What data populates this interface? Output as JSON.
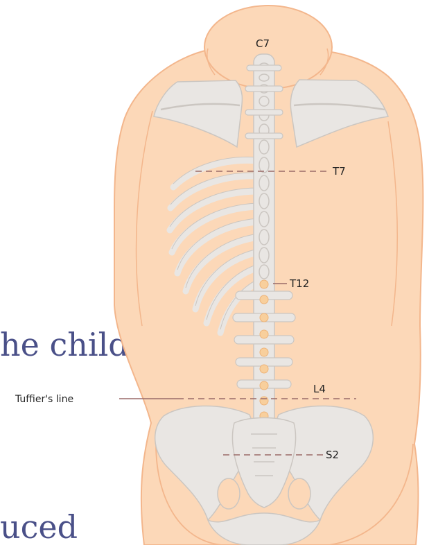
{
  "slide": {
    "line1": "he child",
    "line2": "uced"
  },
  "diagram": {
    "labels": {
      "c7": "C7",
      "t7": "T7",
      "t12": "T12",
      "l4": "L4",
      "s2": "S2",
      "tuffier": "Tuffier's line"
    },
    "colors": {
      "skin": "#fcd8b8",
      "skin_outline": "#f3b68c",
      "bone": "#e9e6e3",
      "bone_outline": "#cbc6c1",
      "marker_line": "#9a6a68",
      "spinous_highlight": "#f8cf9c",
      "text_overlay": "#4a5088"
    }
  }
}
